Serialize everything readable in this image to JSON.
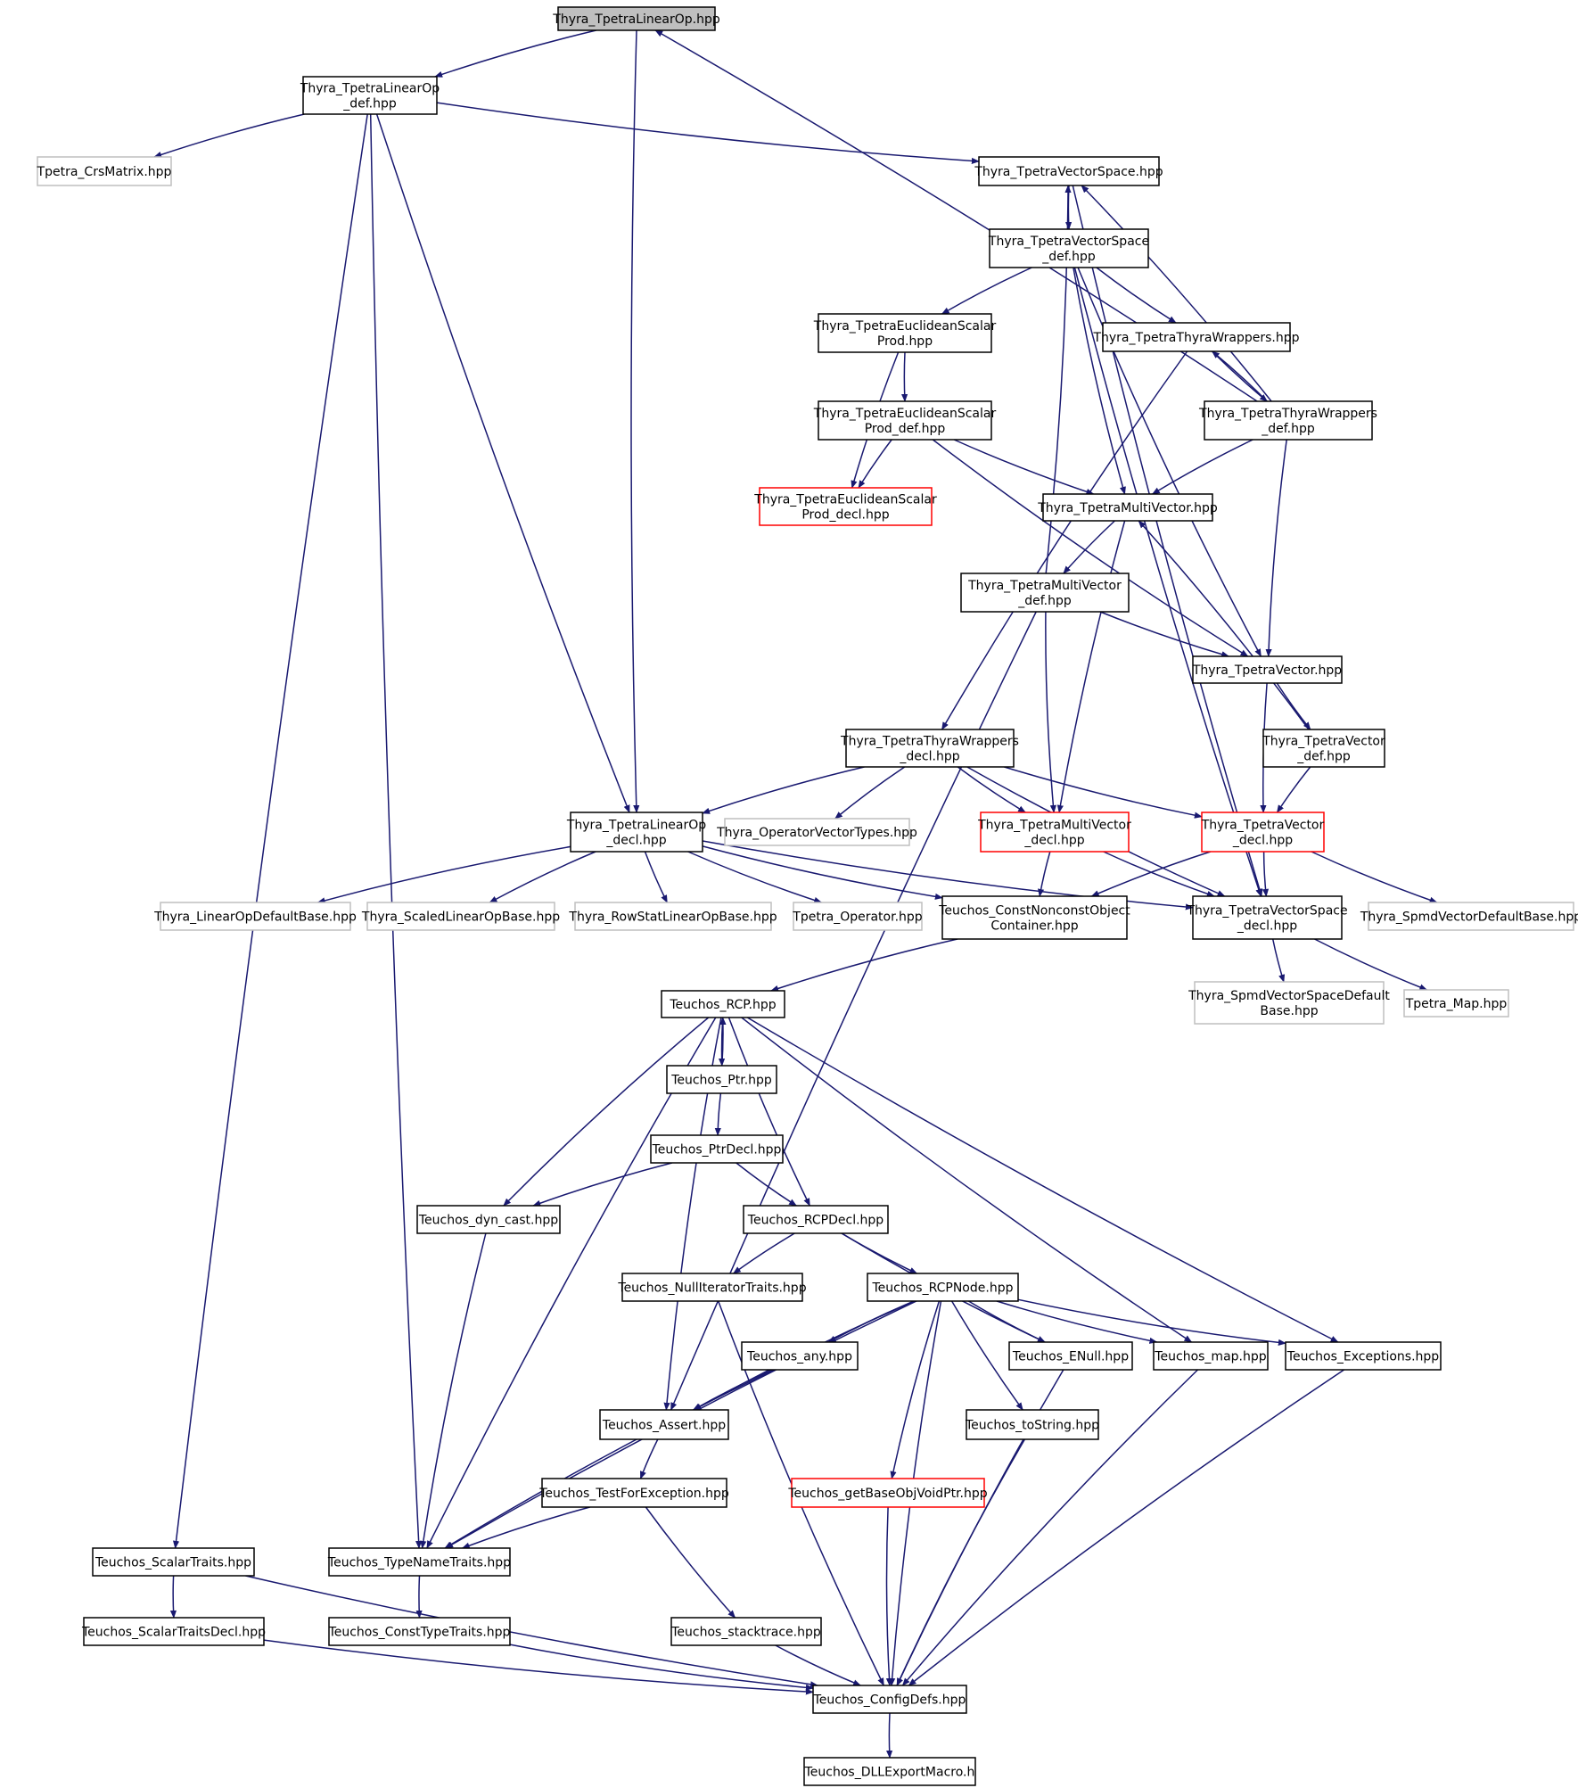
{
  "colors": {
    "edge": "#191970",
    "normal_border": "#000000",
    "normal_fill": "#ffffff",
    "external_border": "#bfbfbf",
    "incomplete_border": "#ff0000",
    "root_fill": "#bfbfbf",
    "label": "#000000",
    "background": "#ffffff"
  },
  "nodes": [
    {
      "id": "root",
      "lines": [
        "Thyra_TpetraLinearOp.hpp"
      ],
      "style": "root"
    },
    {
      "id": "lo_def",
      "lines": [
        "Thyra_TpetraLinearOp",
        "_def.hpp"
      ],
      "style": "normal"
    },
    {
      "id": "crs",
      "lines": [
        "Tpetra_CrsMatrix.hpp"
      ],
      "style": "external"
    },
    {
      "id": "vs",
      "lines": [
        "Thyra_TpetraVectorSpace.hpp"
      ],
      "style": "normal"
    },
    {
      "id": "vs_def",
      "lines": [
        "Thyra_TpetraVectorSpace",
        "_def.hpp"
      ],
      "style": "normal"
    },
    {
      "id": "esp",
      "lines": [
        "Thyra_TpetraEuclideanScalar",
        "Prod.hpp"
      ],
      "style": "normal"
    },
    {
      "id": "ttw",
      "lines": [
        "Thyra_TpetraThyraWrappers.hpp"
      ],
      "style": "normal"
    },
    {
      "id": "esp_def",
      "lines": [
        "Thyra_TpetraEuclideanScalar",
        "Prod_def.hpp"
      ],
      "style": "normal"
    },
    {
      "id": "ttw_def",
      "lines": [
        "Thyra_TpetraThyraWrappers",
        "_def.hpp"
      ],
      "style": "normal"
    },
    {
      "id": "esp_decl",
      "lines": [
        "Thyra_TpetraEuclideanScalar",
        "Prod_decl.hpp"
      ],
      "style": "incomplete"
    },
    {
      "id": "mv",
      "lines": [
        "Thyra_TpetraMultiVector.hpp"
      ],
      "style": "normal"
    },
    {
      "id": "mv_def",
      "lines": [
        "Thyra_TpetraMultiVector",
        "_def.hpp"
      ],
      "style": "normal"
    },
    {
      "id": "vec",
      "lines": [
        "Thyra_TpetraVector.hpp"
      ],
      "style": "normal"
    },
    {
      "id": "ttw_decl",
      "lines": [
        "Thyra_TpetraThyraWrappers",
        "_decl.hpp"
      ],
      "style": "normal"
    },
    {
      "id": "vec_def",
      "lines": [
        "Thyra_TpetraVector",
        "_def.hpp"
      ],
      "style": "normal"
    },
    {
      "id": "lo_decl",
      "lines": [
        "Thyra_TpetraLinearOp",
        "_decl.hpp"
      ],
      "style": "normal"
    },
    {
      "id": "opvt",
      "lines": [
        "Thyra_OperatorVectorTypes.hpp"
      ],
      "style": "external"
    },
    {
      "id": "mv_decl",
      "lines": [
        "Thyra_TpetraMultiVector",
        "_decl.hpp"
      ],
      "style": "incomplete"
    },
    {
      "id": "vec_decl",
      "lines": [
        "Thyra_TpetraVector",
        "_decl.hpp"
      ],
      "style": "incomplete"
    },
    {
      "id": "lodb",
      "lines": [
        "Thyra_LinearOpDefaultBase.hpp"
      ],
      "style": "external"
    },
    {
      "id": "slob",
      "lines": [
        "Thyra_ScaledLinearOpBase.hpp"
      ],
      "style": "external"
    },
    {
      "id": "rslob",
      "lines": [
        "Thyra_RowStatLinearOpBase.hpp"
      ],
      "style": "external"
    },
    {
      "id": "top",
      "lines": [
        "Tpetra_Operator.hpp"
      ],
      "style": "external"
    },
    {
      "id": "cnoc",
      "lines": [
        "Teuchos_ConstNonconstObject",
        "Container.hpp"
      ],
      "style": "normal"
    },
    {
      "id": "vs_decl",
      "lines": [
        "Thyra_TpetraVectorSpace",
        "_decl.hpp"
      ],
      "style": "normal"
    },
    {
      "id": "svdb",
      "lines": [
        "Thyra_SpmdVectorDefaultBase.hpp"
      ],
      "style": "external"
    },
    {
      "id": "svsdb",
      "lines": [
        "Thyra_SpmdVectorSpaceDefault",
        "Base.hpp"
      ],
      "style": "external"
    },
    {
      "id": "tmap",
      "lines": [
        "Tpetra_Map.hpp"
      ],
      "style": "external"
    },
    {
      "id": "rcp",
      "lines": [
        "Teuchos_RCP.hpp"
      ],
      "style": "normal"
    },
    {
      "id": "ptr",
      "lines": [
        "Teuchos_Ptr.hpp"
      ],
      "style": "normal"
    },
    {
      "id": "ptrdecl",
      "lines": [
        "Teuchos_PtrDecl.hpp"
      ],
      "style": "normal"
    },
    {
      "id": "dyncast",
      "lines": [
        "Teuchos_dyn_cast.hpp"
      ],
      "style": "normal"
    },
    {
      "id": "rcpdecl",
      "lines": [
        "Teuchos_RCPDecl.hpp"
      ],
      "style": "normal"
    },
    {
      "id": "nit",
      "lines": [
        "Teuchos_NullIteratorTraits.hpp"
      ],
      "style": "normal"
    },
    {
      "id": "rcpnode",
      "lines": [
        "Teuchos_RCPNode.hpp"
      ],
      "style": "normal"
    },
    {
      "id": "any",
      "lines": [
        "Teuchos_any.hpp"
      ],
      "style": "normal"
    },
    {
      "id": "enull",
      "lines": [
        "Teuchos_ENull.hpp"
      ],
      "style": "normal"
    },
    {
      "id": "map",
      "lines": [
        "Teuchos_map.hpp"
      ],
      "style": "normal"
    },
    {
      "id": "exc",
      "lines": [
        "Teuchos_Exceptions.hpp"
      ],
      "style": "normal"
    },
    {
      "id": "assert",
      "lines": [
        "Teuchos_Assert.hpp"
      ],
      "style": "normal"
    },
    {
      "id": "tostr",
      "lines": [
        "Teuchos_toString.hpp"
      ],
      "style": "normal"
    },
    {
      "id": "tfe",
      "lines": [
        "Teuchos_TestForException.hpp"
      ],
      "style": "normal"
    },
    {
      "id": "gbovp",
      "lines": [
        "Teuchos_getBaseObjVoidPtr.hpp"
      ],
      "style": "incomplete"
    },
    {
      "id": "st",
      "lines": [
        "Teuchos_ScalarTraits.hpp"
      ],
      "style": "normal"
    },
    {
      "id": "tnt",
      "lines": [
        "Teuchos_TypeNameTraits.hpp"
      ],
      "style": "normal"
    },
    {
      "id": "std",
      "lines": [
        "Teuchos_ScalarTraitsDecl.hpp"
      ],
      "style": "normal"
    },
    {
      "id": "ctt",
      "lines": [
        "Teuchos_ConstTypeTraits.hpp"
      ],
      "style": "normal"
    },
    {
      "id": "stack",
      "lines": [
        "Teuchos_stacktrace.hpp"
      ],
      "style": "normal"
    },
    {
      "id": "cfg",
      "lines": [
        "Teuchos_ConfigDefs.hpp"
      ],
      "style": "normal"
    },
    {
      "id": "dll",
      "lines": [
        "Teuchos_DLLExportMacro.h"
      ],
      "style": "normal"
    }
  ],
  "edges": [
    [
      "root",
      "lo_def"
    ],
    [
      "root",
      "lo_decl"
    ],
    [
      "lo_def",
      "crs"
    ],
    [
      "lo_def",
      "vs"
    ],
    [
      "lo_def",
      "lo_decl"
    ],
    [
      "lo_def",
      "st"
    ],
    [
      "lo_def",
      "tnt"
    ],
    [
      "vs",
      "vs_def"
    ],
    [
      "vs",
      "vs_decl"
    ],
    [
      "vs_def",
      "esp"
    ],
    [
      "vs_def",
      "ttw"
    ],
    [
      "vs_def",
      "mv"
    ],
    [
      "vs_def",
      "vec"
    ],
    [
      "vs_def",
      "vs_decl"
    ],
    [
      "esp",
      "esp_def"
    ],
    [
      "esp",
      "esp_decl"
    ],
    [
      "esp_def",
      "esp_decl"
    ],
    [
      "esp_def",
      "mv"
    ],
    [
      "esp_def",
      "vec"
    ],
    [
      "ttw",
      "ttw_def"
    ],
    [
      "ttw",
      "ttw_decl"
    ],
    [
      "ttw_def",
      "ttw"
    ],
    [
      "ttw_def",
      "root"
    ],
    [
      "ttw_def",
      "vs"
    ],
    [
      "ttw_def",
      "mv"
    ],
    [
      "ttw_def",
      "vec"
    ],
    [
      "mv",
      "mv_def"
    ],
    [
      "mv",
      "mv_decl"
    ],
    [
      "mv_def",
      "vs"
    ],
    [
      "mv_def",
      "vec"
    ],
    [
      "mv_def",
      "mv_decl"
    ],
    [
      "mv_def",
      "assert"
    ],
    [
      "vec",
      "vec_def"
    ],
    [
      "vec",
      "vec_decl"
    ],
    [
      "vec_def",
      "mv"
    ],
    [
      "vec_def",
      "vec_decl"
    ],
    [
      "ttw_decl",
      "lo_decl"
    ],
    [
      "ttw_decl",
      "opvt"
    ],
    [
      "ttw_decl",
      "mv_decl"
    ],
    [
      "ttw_decl",
      "vec_decl"
    ],
    [
      "ttw_decl",
      "vs_decl"
    ],
    [
      "lo_decl",
      "lodb"
    ],
    [
      "lo_decl",
      "slob"
    ],
    [
      "lo_decl",
      "rslob"
    ],
    [
      "lo_decl",
      "top"
    ],
    [
      "lo_decl",
      "cnoc"
    ],
    [
      "lo_decl",
      "vs_decl"
    ],
    [
      "mv_decl",
      "cnoc"
    ],
    [
      "mv_decl",
      "vs_decl"
    ],
    [
      "vec_decl",
      "cnoc"
    ],
    [
      "vec_decl",
      "vs_decl"
    ],
    [
      "vec_decl",
      "svdb"
    ],
    [
      "vs_decl",
      "svsdb"
    ],
    [
      "vs_decl",
      "tmap"
    ],
    [
      "cnoc",
      "rcp"
    ],
    [
      "rcp",
      "ptr"
    ],
    [
      "rcp",
      "dyncast"
    ],
    [
      "rcp",
      "rcpdecl"
    ],
    [
      "rcp",
      "tnt"
    ],
    [
      "rcp",
      "assert"
    ],
    [
      "rcp",
      "map"
    ],
    [
      "rcp",
      "exc"
    ],
    [
      "ptr",
      "rcp"
    ],
    [
      "ptr",
      "ptrdecl"
    ],
    [
      "ptrdecl",
      "dyncast"
    ],
    [
      "ptrdecl",
      "rcpdecl"
    ],
    [
      "dyncast",
      "tnt"
    ],
    [
      "rcpdecl",
      "nit"
    ],
    [
      "rcpdecl",
      "rcpnode"
    ],
    [
      "rcpdecl",
      "enull"
    ],
    [
      "nit",
      "cfg"
    ],
    [
      "rcpnode",
      "any"
    ],
    [
      "rcpnode",
      "assert"
    ],
    [
      "rcpnode",
      "enull"
    ],
    [
      "rcpnode",
      "map"
    ],
    [
      "rcpnode",
      "exc"
    ],
    [
      "rcpnode",
      "tostr"
    ],
    [
      "rcpnode",
      "gbovp"
    ],
    [
      "rcpnode",
      "cfg"
    ],
    [
      "rcpnode",
      "tnt"
    ],
    [
      "any",
      "assert"
    ],
    [
      "any",
      "tnt"
    ],
    [
      "assert",
      "tfe"
    ],
    [
      "tfe",
      "tnt"
    ],
    [
      "tfe",
      "stack"
    ],
    [
      "enull",
      "cfg"
    ],
    [
      "map",
      "cfg"
    ],
    [
      "exc",
      "cfg"
    ],
    [
      "tostr",
      "cfg"
    ],
    [
      "gbovp",
      "cfg"
    ],
    [
      "st",
      "std"
    ],
    [
      "st",
      "cfg"
    ],
    [
      "tnt",
      "ctt"
    ],
    [
      "std",
      "cfg"
    ],
    [
      "ctt",
      "cfg"
    ],
    [
      "stack",
      "cfg"
    ],
    [
      "cfg",
      "dll"
    ]
  ]
}
